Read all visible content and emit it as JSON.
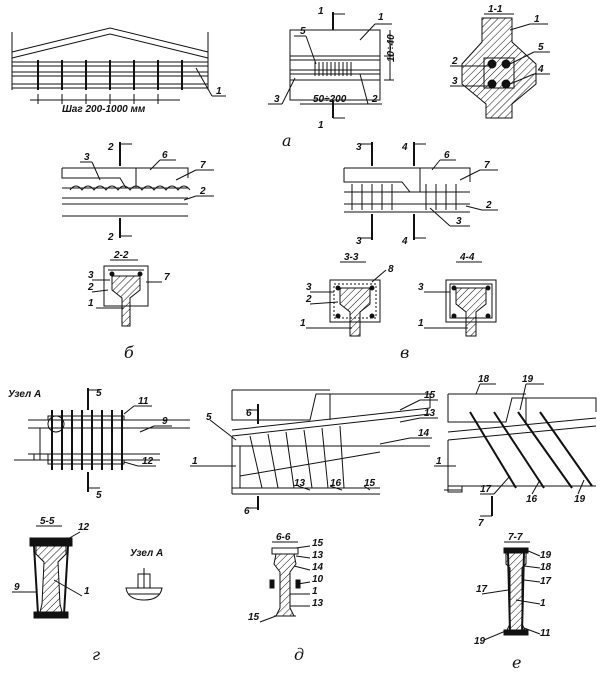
{
  "panel_a": {
    "letter": "а",
    "step_label": "Шаг 200-1000 мм",
    "dim_spacing": "50÷200",
    "dim_height": "10÷40",
    "section_mark": "1",
    "section_title": "1-1",
    "labels": [
      "1",
      "2",
      "3",
      "4",
      "5"
    ]
  },
  "panel_b": {
    "letter": "б",
    "section_mark": "2",
    "section_title": "2-2",
    "labels": [
      "1",
      "2",
      "3",
      "6",
      "7"
    ]
  },
  "panel_v": {
    "letter": "в",
    "section_marks": [
      "3",
      "4"
    ],
    "section_titles": [
      "3-3",
      "4-4"
    ],
    "labels": [
      "1",
      "2",
      "3",
      "6",
      "7",
      "8"
    ]
  },
  "panel_g": {
    "letter": "г",
    "node_label": "Узел А",
    "section_mark": "5",
    "section_title": "5-5",
    "labels": [
      "1",
      "9",
      "11",
      "12"
    ]
  },
  "panel_d": {
    "letter": "д",
    "section_mark": "6",
    "section_title": "6-6",
    "labels": [
      "1",
      "5",
      "10",
      "13",
      "14",
      "15",
      "16"
    ]
  },
  "panel_e": {
    "letter": "е",
    "section_mark": "7",
    "section_title": "7-7",
    "labels": [
      "1",
      "11",
      "16",
      "17",
      "18",
      "19"
    ]
  }
}
